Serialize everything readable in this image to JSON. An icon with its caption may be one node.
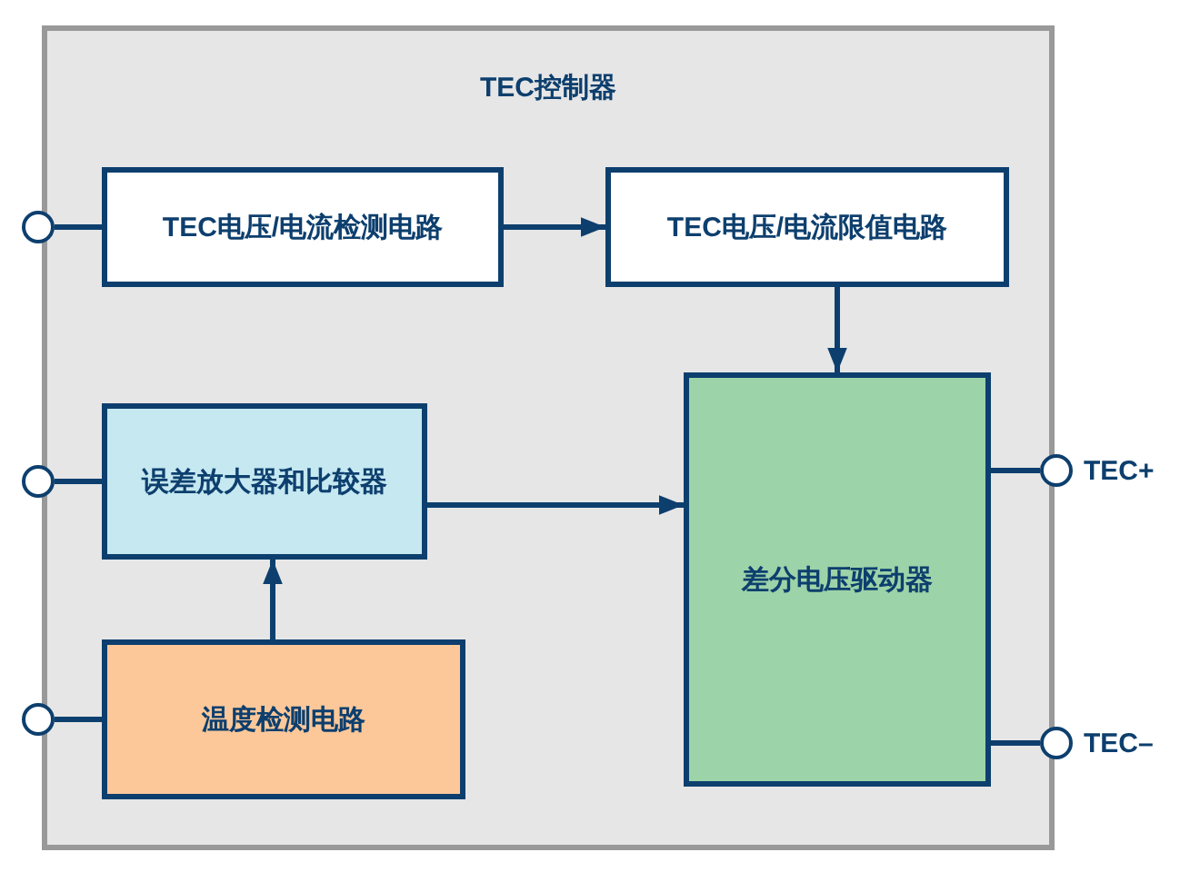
{
  "diagram": {
    "nodes": [
      {
        "text": [
          "TEC控制器"
        ]
      },
      {
        "text": [
          "TEC电压/电流检测电路"
        ],
        "in": 0
      },
      {
        "text": [
          "TEC电压/电流限值电路"
        ],
        "in": 0
      },
      {
        "text": [
          "误差放大器和比较器"
        ],
        "in": 0
      },
      {
        "text": [
          "温度检测电路"
        ],
        "in": 0
      },
      {
        "text": [
          "差分电压驱动器"
        ],
        "in": 0
      },
      {
        "text": [],
        "shape": "circle"
      },
      {
        "text": [],
        "shape": "circle"
      },
      {
        "text": [],
        "shape": "circle"
      },
      {
        "text": [],
        "shape": "circle",
        "beside": [
          "TEC+"
        ]
      },
      {
        "text": [],
        "shape": "circle",
        "beside": [
          "TEC–"
        ]
      }
    ],
    "edges": [
      {
        "from": 6,
        "to": 1,
        "arrow": "none"
      },
      {
        "from": 1,
        "to": 2,
        "arrow": "to"
      },
      {
        "from": 2,
        "to": 5,
        "arrow": "to"
      },
      {
        "from": 7,
        "to": 3,
        "arrow": "none"
      },
      {
        "from": 3,
        "to": 5,
        "arrow": "to"
      },
      {
        "from": 4,
        "to": 3,
        "arrow": "to"
      },
      {
        "from": 8,
        "to": 4,
        "arrow": "none"
      },
      {
        "from": 5,
        "to": 9,
        "arrow": "none"
      },
      {
        "from": 5,
        "to": 10,
        "arrow": "none"
      }
    ]
  }
}
